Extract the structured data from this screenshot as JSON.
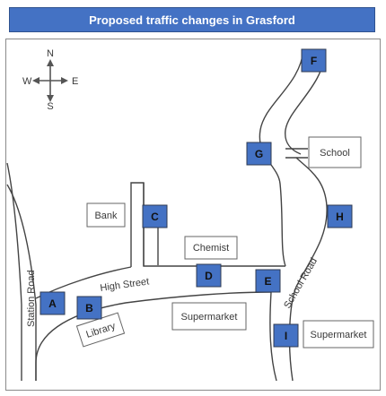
{
  "title": "Proposed traffic changes in Grasford",
  "colors": {
    "title_bg": "#4472c4",
    "title_text": "#ffffff",
    "marker_fill": "#4472c4",
    "road_line": "#444444"
  },
  "compass": {
    "n": "N",
    "s": "S",
    "e": "E",
    "w": "W"
  },
  "roads": {
    "station_road": "Station Road",
    "high_street": "High Street",
    "school_road": "School Road"
  },
  "buildings": {
    "bank": "Bank",
    "chemist": "Chemist",
    "school": "School",
    "library": "Library",
    "supermarket_center": "Supermarket",
    "supermarket_right": "Supermarket"
  },
  "markers": [
    "A",
    "B",
    "C",
    "D",
    "E",
    "F",
    "G",
    "H",
    "I"
  ]
}
